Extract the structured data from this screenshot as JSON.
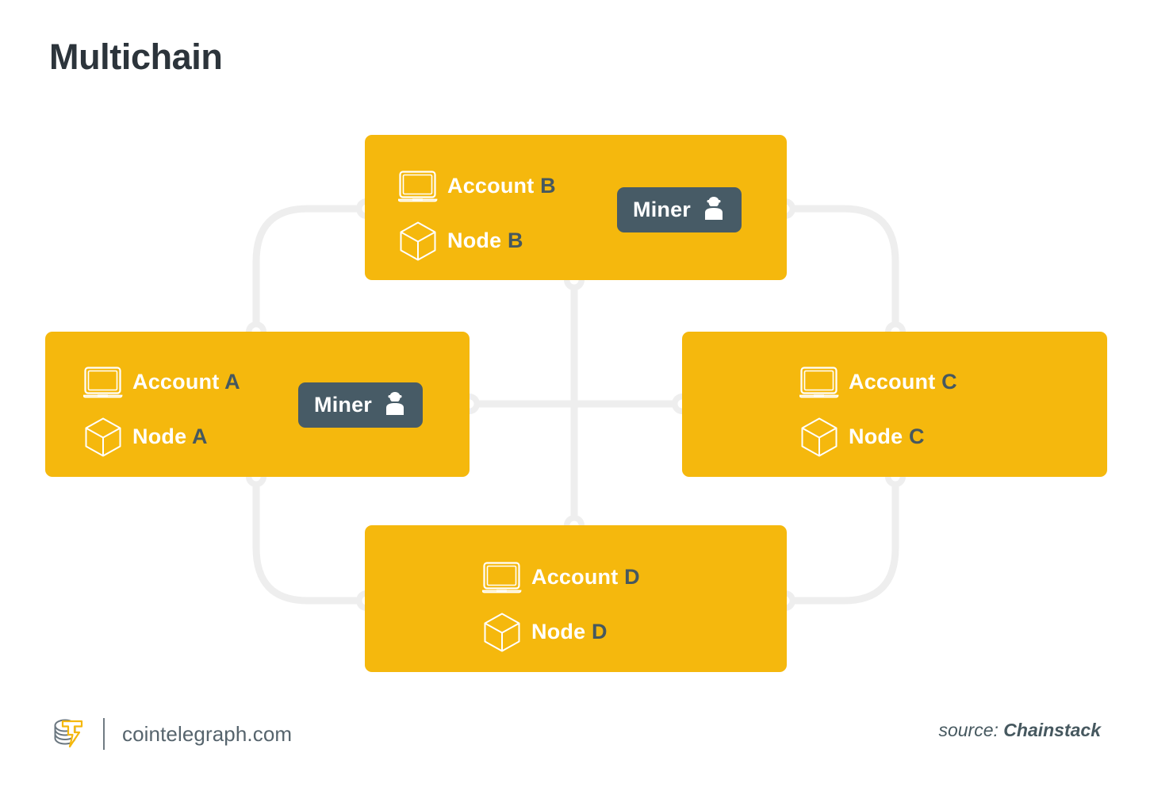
{
  "page": {
    "title": "Multichain",
    "background": "#ffffff",
    "accent_color": "#F5B80D",
    "dark_color": "#46585f",
    "connector_color": "#eeeeee"
  },
  "diagram": {
    "type": "network-diagram",
    "nodes": [
      {
        "id": "box-a",
        "position": "left",
        "rows": [
          {
            "icon": "laptop-icon",
            "label": "Account ",
            "suffix": "A"
          },
          {
            "icon": "cube-icon",
            "label": "Node ",
            "suffix": "A"
          }
        ],
        "miner": {
          "label": "Miner",
          "icon": "miner-person-icon"
        }
      },
      {
        "id": "box-b",
        "position": "top",
        "rows": [
          {
            "icon": "laptop-icon",
            "label": "Account ",
            "suffix": "B"
          },
          {
            "icon": "cube-icon",
            "label": "Node ",
            "suffix": "B"
          }
        ],
        "miner": {
          "label": "Miner",
          "icon": "miner-person-icon"
        }
      },
      {
        "id": "box-c",
        "position": "right",
        "rows": [
          {
            "icon": "laptop-icon",
            "label": "Account ",
            "suffix": "C"
          },
          {
            "icon": "cube-icon",
            "label": "Node ",
            "suffix": "C"
          }
        ],
        "miner": null
      },
      {
        "id": "box-d",
        "position": "bottom",
        "rows": [
          {
            "icon": "laptop-icon",
            "label": "Account ",
            "suffix": "D"
          },
          {
            "icon": "cube-icon",
            "label": "Node ",
            "suffix": "D"
          }
        ],
        "miner": null
      }
    ],
    "connector_count": 12
  },
  "footer": {
    "logo": "cointelegraph-coin-logo",
    "site": "cointelegraph.com",
    "source_label": "source:",
    "source_value": "Chainstack"
  }
}
